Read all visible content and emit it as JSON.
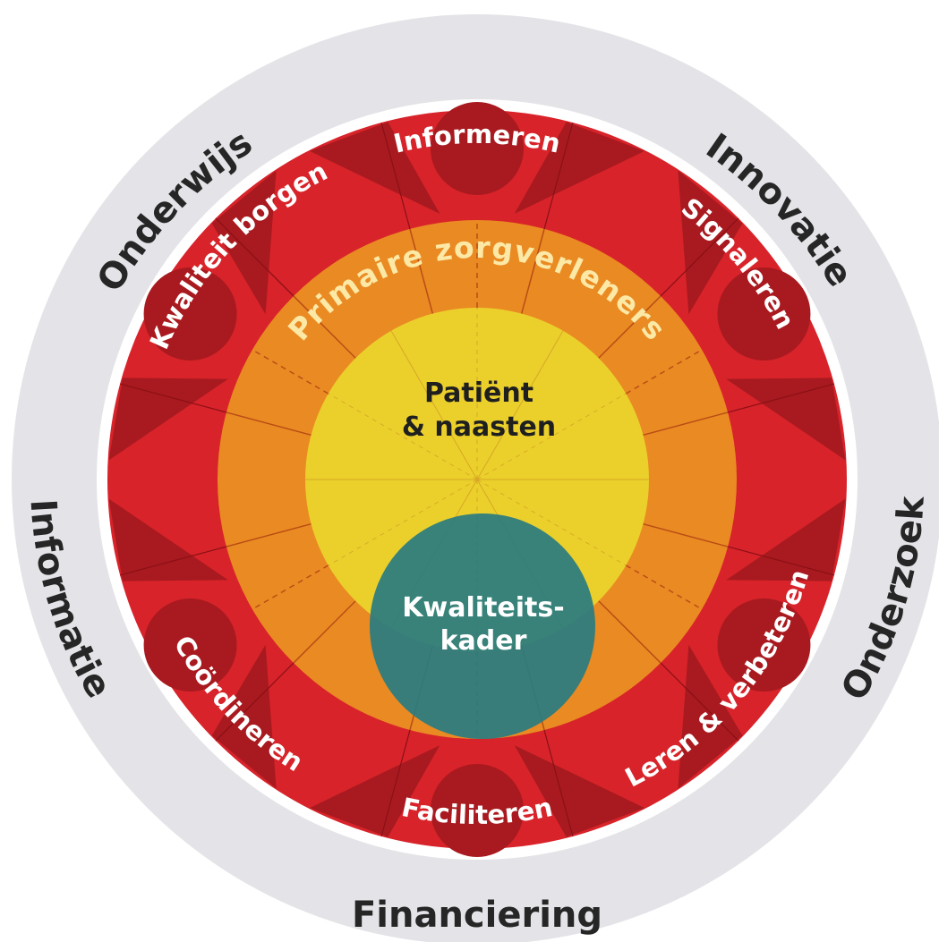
{
  "colors": {
    "outer_ring": "#e4e3e7",
    "white_gap": "#ffffff",
    "red": "#d8232a",
    "dark_red": "#a81a1f",
    "orange": "#ea8a23",
    "yellow": "#ebd02c",
    "teal": "#2a7c80",
    "divider_red": "#8a1016",
    "divider_orange": "#b94d14",
    "divider_yellow": "#d7a725"
  },
  "outer_ring_labels": {
    "onderwijs": "Onderwijs",
    "innovatie": "Innovatie",
    "informatie": "Informatie",
    "onderzoek": "Onderzoek",
    "financiering": "Financiering"
  },
  "red_ring_labels": {
    "informeren": "Informeren",
    "signaleren": "Signaleren",
    "leren_verbeteren": "Leren & verbeteren",
    "faciliteren": "Faciliteren",
    "coordineren": "Coördineren",
    "kwaliteit_borgen": "Kwaliteit borgen"
  },
  "orange_ring_label": "Primaire zorgverleners",
  "center": {
    "line1": "Patiënt",
    "line2": "& naasten"
  },
  "kwaliteitskader": {
    "line1": "Kwaliteits-",
    "line2": "kader"
  }
}
